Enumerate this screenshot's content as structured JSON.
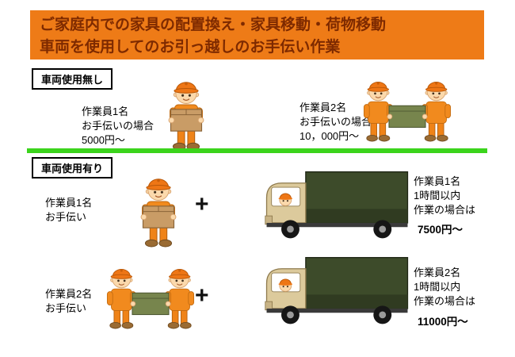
{
  "header": {
    "line1": "ご家庭内での家具の配置換え・家具移動・荷物移動",
    "line2": "車両を使用してのお引っ越しのお手伝い作業"
  },
  "no_vehicle": {
    "label": "車両使用無し",
    "item1": {
      "line1": "作業員1名",
      "line2": "お手伝いの場合",
      "line3": "5000円～"
    },
    "item2": {
      "line1": "作業員2名",
      "line2": "お手伝いの場合",
      "line3": "10，000円～"
    }
  },
  "vehicle": {
    "label": "車両使用有り",
    "plus": "+",
    "row1": {
      "left_line1": "作業員1名",
      "left_line2": "お手伝い",
      "right_line1": "作業員1名",
      "right_line2": "1時間以内",
      "right_line3": "作業の場合は",
      "price": "7500円～"
    },
    "row2": {
      "left_line1": "作業員2名",
      "left_line2": "お手伝い",
      "right_line1": "作業員2名",
      "right_line2": "1時間以内",
      "right_line3": "作業の場合は",
      "price": "11000円～"
    }
  },
  "colors": {
    "header_bg": "#EE7B17",
    "header_text": "#7E2A00",
    "divider_green": "#3BD41C",
    "worker_orange": "#F18A1E",
    "truck_green": "#3D4B2A",
    "box_brown": "#C99C66"
  }
}
